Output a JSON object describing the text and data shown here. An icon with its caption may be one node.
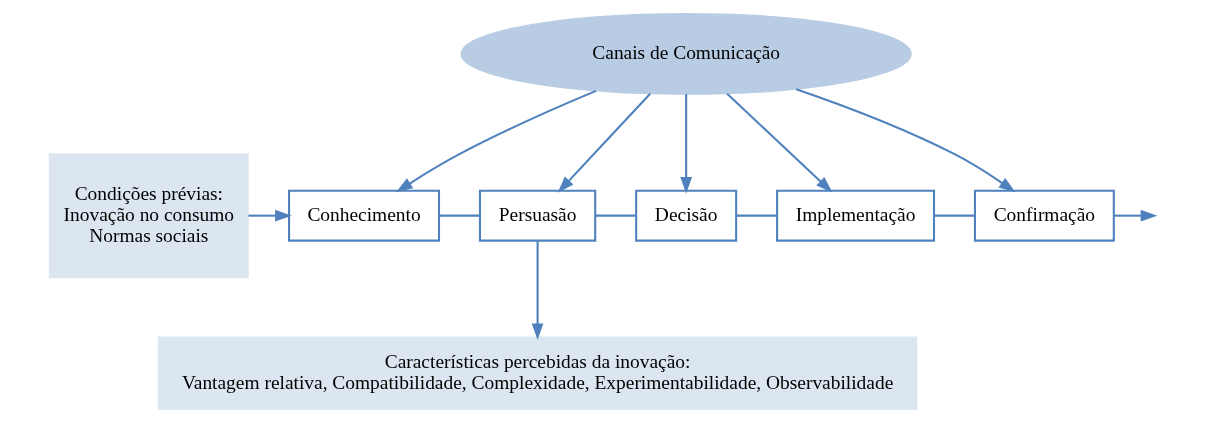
{
  "diagram": {
    "nodes": [
      {
        "text": [
          "Canais de Comunicação"
        ]
      },
      {
        "text": [
          "Condições prévias:",
          "Inovação no consumo",
          "Normas sociais"
        ]
      },
      {
        "text": [
          "Conhecimento"
        ]
      },
      {
        "text": [
          "Persuasão"
        ]
      },
      {
        "text": [
          "Decisão"
        ]
      },
      {
        "text": [
          "Implementação"
        ]
      },
      {
        "text": [
          "Confirmação"
        ]
      },
      {
        "text": [
          "Características percebidas da inovação:",
          "Vantagem relativa, Compatibilidade, Complexidade, Experimentabilidade, Observabilidade"
        ]
      }
    ],
    "edges": [
      {
        "from": 0,
        "to": 2,
        "arrow": "to"
      },
      {
        "from": 0,
        "to": 3,
        "arrow": "to"
      },
      {
        "from": 0,
        "to": 4,
        "arrow": "to"
      },
      {
        "from": 0,
        "to": 5,
        "arrow": "to"
      },
      {
        "from": 0,
        "to": 6,
        "arrow": "to"
      },
      {
        "from": 1,
        "to": 2,
        "arrow": "to"
      },
      {
        "from": 2,
        "to": 3,
        "arrow": "none"
      },
      {
        "from": 3,
        "to": 4,
        "arrow": "none"
      },
      {
        "from": 4,
        "to": 5,
        "arrow": "none"
      },
      {
        "from": 5,
        "to": 6,
        "arrow": "none"
      },
      {
        "from": 6,
        "to": null,
        "arrow": "to"
      },
      {
        "from": 3,
        "to": 7,
        "arrow": "to"
      }
    ]
  }
}
